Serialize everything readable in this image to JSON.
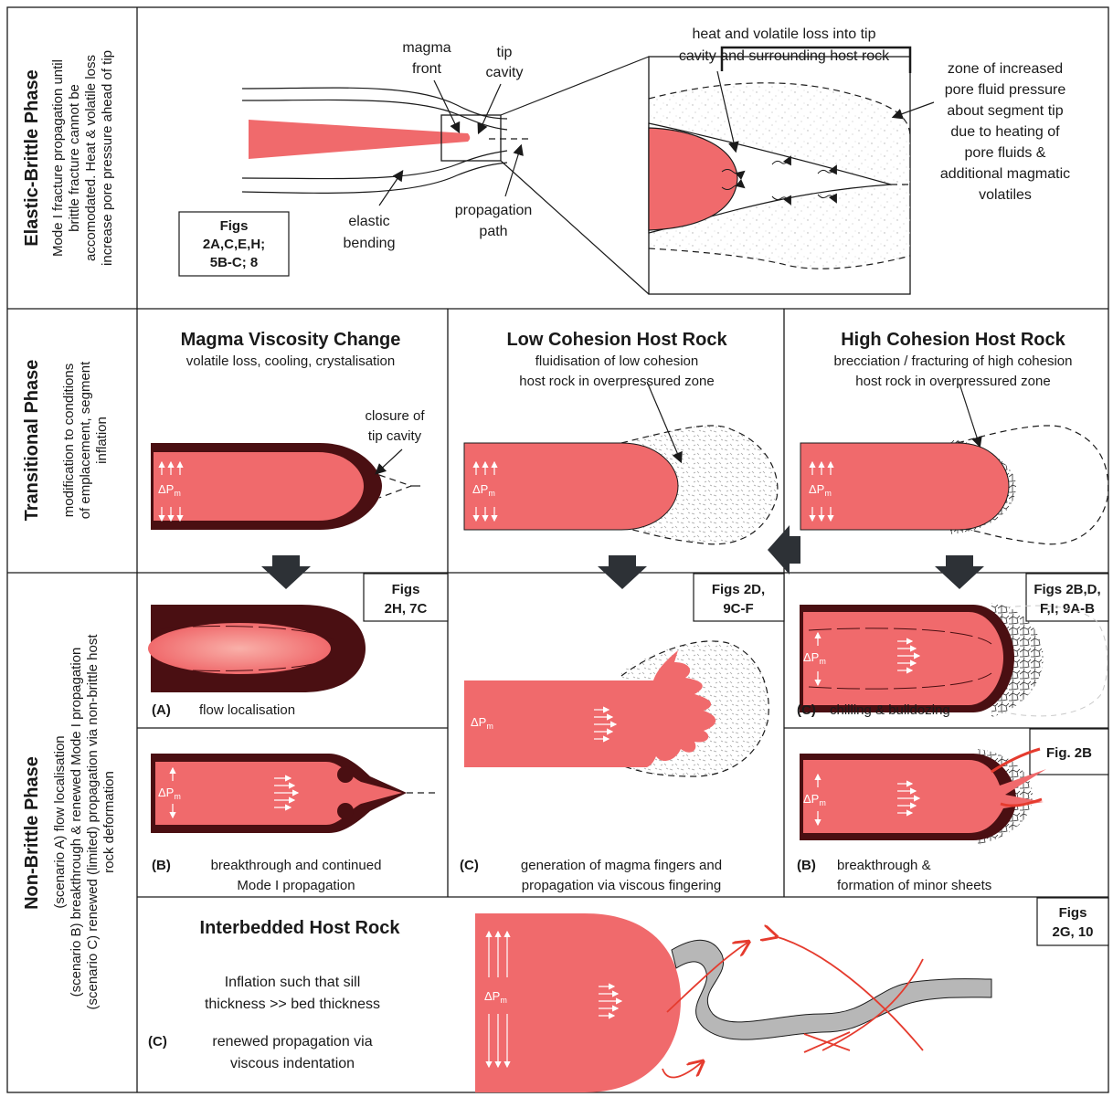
{
  "rows": {
    "elastic": {
      "title": "Elastic-Brittle Phase",
      "desc": [
        "Mode I fracture propagation until",
        "brittle fracture cannot be",
        "accomodated. Heat & volatile loss",
        "increase pore pressure ahead of tip"
      ]
    },
    "transitional": {
      "title": "Transitional Phase",
      "desc": [
        "modification to conditions",
        "of emplacement, segment",
        "inflation"
      ]
    },
    "nonbrittle": {
      "title": "Non-Brittle Phase",
      "desc": [
        "(scenario A) flow localisation",
        "(scenario B) breakthrough & renewed Mode I propagation",
        "(scenario C) renewed (limited) propagation via non-brittle host",
        "rock deformation"
      ]
    }
  },
  "elastic_panel": {
    "magma_front": [
      "magma",
      "front"
    ],
    "tip_cavity": [
      "tip",
      "cavity"
    ],
    "elastic_bending": [
      "elastic",
      "bending"
    ],
    "propagation_path": [
      "propagation",
      "path"
    ],
    "figs": [
      "Figs",
      "2A,C,E,H;",
      "5B-C; 8"
    ],
    "heat_loss": [
      "heat and volatile loss into tip",
      "cavity and surrounding host rock"
    ],
    "pore_zone": [
      "zone of increased",
      "pore fluid pressure",
      "about segment tip",
      "due to heating of",
      "pore fluids &",
      "additional magmatic",
      "volatiles"
    ]
  },
  "columns": {
    "viscosity": {
      "title": "Magma Viscosity Change",
      "subtitle": "volatile loss, cooling, crystalisation",
      "closure": [
        "closure of",
        "tip cavity"
      ],
      "figs": [
        "Figs",
        "2H, 7C"
      ],
      "a_letter": "(A)",
      "a_caption": "flow localisation",
      "b_letter": "(B)",
      "b_caption": [
        "breakthrough and continued",
        "Mode I propagation"
      ]
    },
    "low": {
      "title": "Low Cohesion Host Rock",
      "subtitle": [
        "fluidisation of low cohesion",
        "host rock in overpressured zone"
      ],
      "figs": [
        "Figs 2D,",
        "9C-F"
      ],
      "c_letter": "(C)",
      "c_caption": [
        "generation of magma fingers and",
        "propagation via viscous fingering"
      ]
    },
    "high": {
      "title": "High Cohesion Host Rock",
      "subtitle": [
        "brecciation / fracturing of high cohesion",
        "host rock in overpressured zone"
      ],
      "figs1": [
        "Figs 2B,D,",
        "F,I; 9A-B"
      ],
      "c_letter": "(C)",
      "c_caption": "chilling & bulldozing",
      "figs2": "Fig. 2B",
      "b_letter": "(B)",
      "b_caption": [
        "breakthrough &",
        "formation of minor sheets"
      ]
    },
    "interbedded": {
      "title": "Interbedded Host Rock",
      "text": [
        "Inflation such that sill",
        "thickness >> bed thickness"
      ],
      "c_letter": "(C)",
      "c_caption": [
        "renewed propagation via",
        "viscous indentation"
      ],
      "figs": [
        "Figs",
        "2G, 10"
      ]
    }
  },
  "pressure_label": "ΔPm",
  "colors": {
    "magma": "#f06a6c",
    "chilled": "#4a0f12",
    "fault": "#e53b2e",
    "bed": "#b7b7b7"
  }
}
